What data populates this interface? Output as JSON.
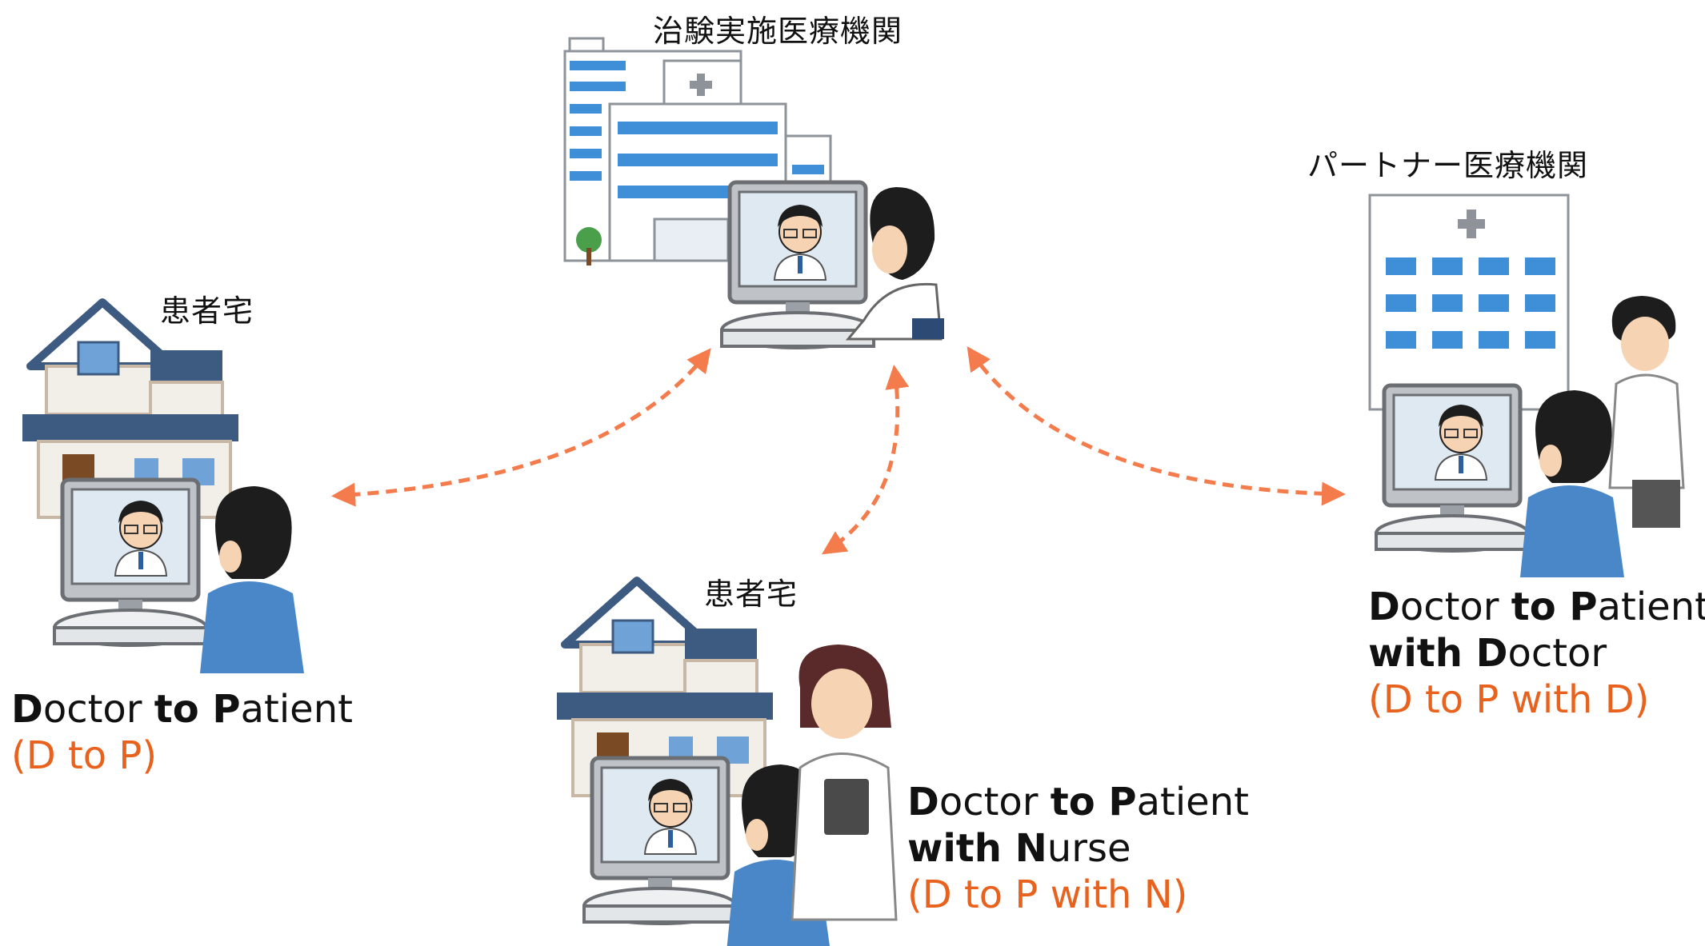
{
  "locations": {
    "hospital": "治験実施医療機関",
    "partner": "パートナー医療機関",
    "home_left": "患者宅",
    "home_center": "患者宅"
  },
  "models": {
    "d_to_p": {
      "line1": [
        "D",
        "octor ",
        "to ",
        "P",
        "atient"
      ],
      "abbr": "(D to P)"
    },
    "d_to_p_with_n": {
      "line1": [
        "D",
        "octor ",
        "to ",
        "P",
        "atient"
      ],
      "line2": [
        "with ",
        "N",
        "urse"
      ],
      "abbr": "(D to P with N)"
    },
    "d_to_p_with_d": {
      "line1": [
        "D",
        "octor ",
        "to ",
        "P",
        "atient"
      ],
      "line2": [
        "with ",
        "D",
        "octor"
      ],
      "abbr": "(D to P with D)"
    }
  },
  "colors": {
    "arrow": "#f47c4c",
    "abbr_text": "#e8621e",
    "screen_blue": "#4a90d9",
    "roof": "#3d5a80"
  }
}
